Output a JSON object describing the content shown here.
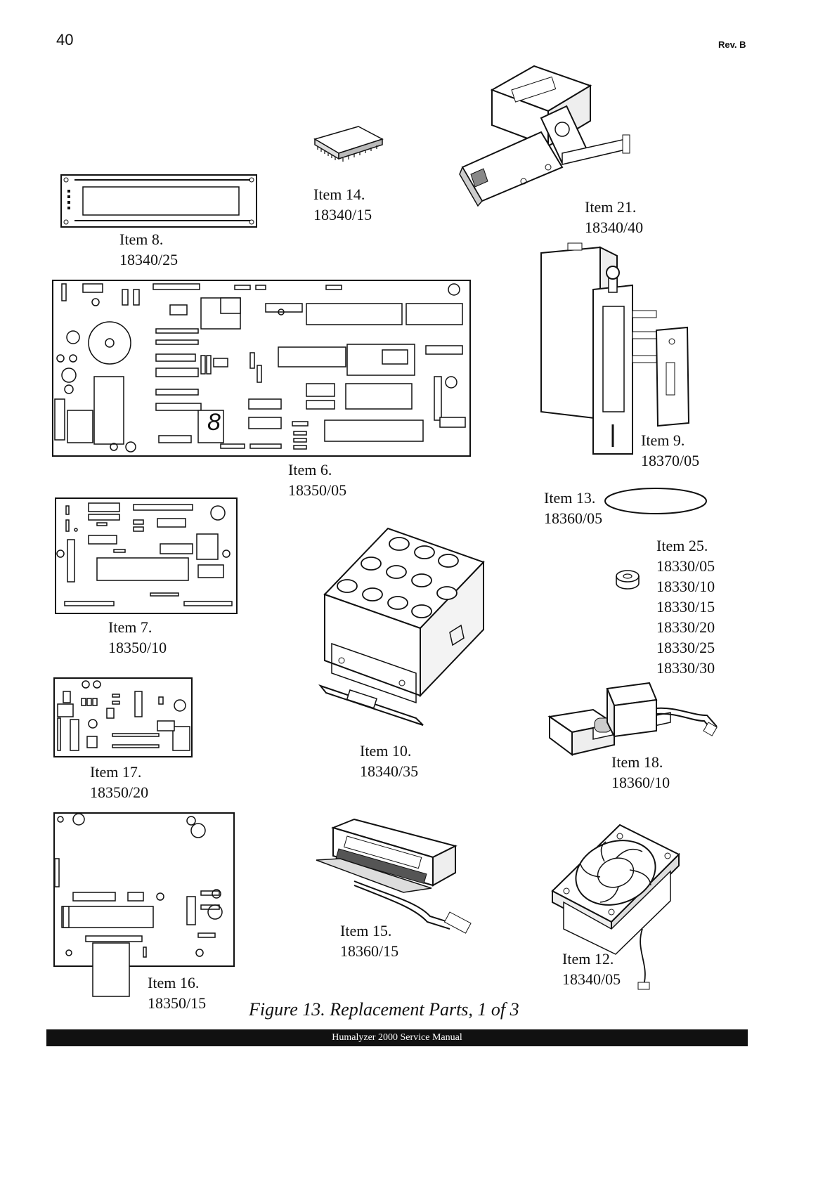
{
  "header": {
    "page_number": "40",
    "revision": "Rev. B"
  },
  "items": [
    {
      "id": "item8",
      "name": "Item 8.",
      "part": "18340/25",
      "icon": "lcd-display-icon"
    },
    {
      "id": "item14",
      "name": "Item 14.",
      "part": "18340/15",
      "icon": "eprom-chip-icon"
    },
    {
      "id": "item21",
      "name": "Item 21.",
      "part": "18340/40",
      "icon": "filter-wheel-assembly-icon"
    },
    {
      "id": "item6",
      "name": "Item 6.",
      "part": "18350/05",
      "icon": "main-board-icon"
    },
    {
      "id": "item9",
      "name": "Item 9.",
      "part": "18370/05",
      "icon": "photometer-assembly-icon"
    },
    {
      "id": "item13",
      "name": "Item 13.",
      "part": "18360/05",
      "icon": "o-ring-icon"
    },
    {
      "id": "item7",
      "name": "Item 7.",
      "part": "18350/10",
      "icon": "circuit-board-icon"
    },
    {
      "id": "item25",
      "name": "Item 25.",
      "parts": [
        "18330/05",
        "18330/10",
        "18330/15",
        "18330/20",
        "18330/25",
        "18330/30"
      ],
      "icon": "spacer-ring-icon"
    },
    {
      "id": "item10",
      "name": "Item 10.",
      "part": "18340/35",
      "icon": "incubator-block-icon"
    },
    {
      "id": "item17",
      "name": "Item 17.",
      "part": "18350/20",
      "icon": "small-board-icon"
    },
    {
      "id": "item18",
      "name": "Item 18.",
      "part": "18360/10",
      "icon": "solenoid-icon"
    },
    {
      "id": "item16",
      "name": "Item 16.",
      "part": "18350/15",
      "icon": "interface-board-icon"
    },
    {
      "id": "item15",
      "name": "Item 15.",
      "part": "18360/15",
      "icon": "printer-mechanism-icon"
    },
    {
      "id": "item12",
      "name": "Item 12.",
      "part": "18340/05",
      "icon": "cooling-fan-icon"
    }
  ],
  "caption": "Figure 13. Replacement Parts, 1 of 3",
  "footer": "Humalyzer 2000 Service Manual"
}
